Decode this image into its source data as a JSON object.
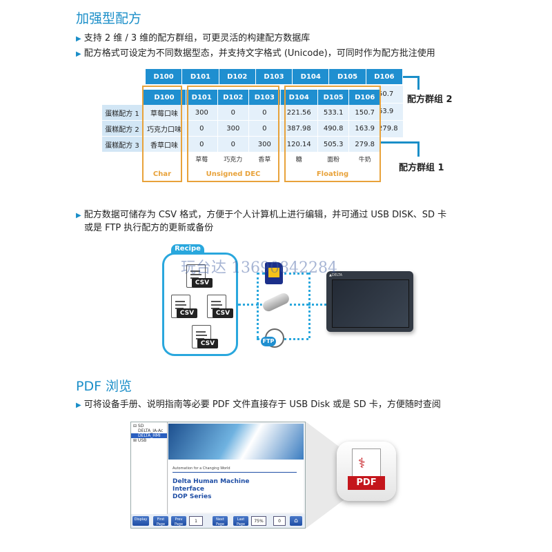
{
  "section1": {
    "title": "加强型配方",
    "bullets": [
      "支持 2 维 / 3 维的配方群组，可更灵活的构建配方数据库",
      "配方格式可设定为不同数据型态，并支持文字格式 (Unicode)，可同时作为配方批注使用"
    ]
  },
  "recipe_table": {
    "back_headers": [
      "D100",
      "D101",
      "D102",
      "D103",
      "D104",
      "D105",
      "D106"
    ],
    "back_peek_values": [
      "50.7",
      "63.9",
      "279.8"
    ],
    "front_headers": [
      "D100",
      "D101",
      "D102",
      "D103",
      "D104",
      "D105",
      "D106"
    ],
    "rows": [
      {
        "label": "蛋糕配方 1",
        "cells": [
          "草莓口味",
          "300",
          "0",
          "0",
          "221.56",
          "533.1",
          "150.7"
        ]
      },
      {
        "label": "蛋糕配方 2",
        "cells": [
          "巧克力口味",
          "0",
          "300",
          "0",
          "387.98",
          "490.8",
          "163.9"
        ]
      },
      {
        "label": "蛋糕配方 3",
        "cells": [
          "香草口味",
          "0",
          "0",
          "300",
          "120.14",
          "505.3",
          "279.8"
        ]
      }
    ],
    "sub_labels": [
      "草莓",
      "巧克力",
      "香草",
      "糖",
      "面粉",
      "牛奶"
    ],
    "type_labels": {
      "char": "Char",
      "unsigned": "Unsigned DEC",
      "floating": "Floating"
    },
    "group2_label": "配方群组 2",
    "group1_label": "配方群组 1",
    "accent_blue": "#1f8fd0",
    "accent_orange": "#e8a23a"
  },
  "section2": {
    "bullet_line1": "配方数据可储存为 CSV 格式，方便于个人计算机上进行编辑，并可通过 USB DISK、SD 卡",
    "bullet_line2": "或是 FTP 执行配方的更新或备份"
  },
  "csv_diagram": {
    "panel_tag": "Recipe",
    "file_tag": "CSV",
    "ftp_tag": "FTP",
    "hmi_brand": "▲DELTA",
    "watermark": "玩台达 13690842284"
  },
  "section3": {
    "title": "PDF 浏览",
    "bullet": "可将设备手册、说明指南等必要 PDF 文件直接存于 USB Disk 或是 SD 卡，方便随时查阅"
  },
  "pdf_viewer": {
    "tree_items": [
      "⊟ SD",
      "DELTA_IA-Ac",
      "DELTA_HMI",
      "⊞ USB"
    ],
    "page_tagline": "Automation for a Changing World",
    "page_title_line1": "Delta Human Machine",
    "page_title_line2": "Interface",
    "page_title_line3": "DOP Series",
    "toolbar": {
      "display": "Display",
      "first_page": "First Page",
      "prev_page": "Prev Page",
      "page_num": "1",
      "next_page": "Next Page",
      "last_page": "Last Page",
      "zoom": "75%",
      "rotate": "0"
    },
    "pdf_icon_label": "PDF"
  }
}
